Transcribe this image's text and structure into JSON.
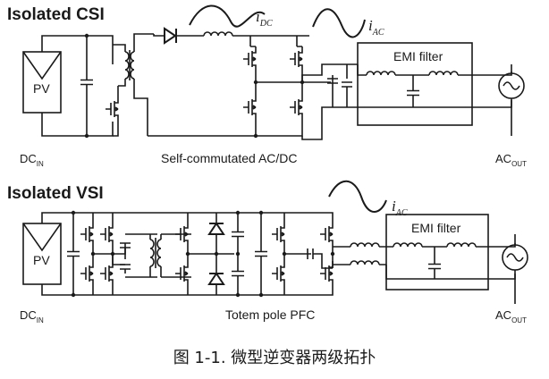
{
  "top": {
    "title": "Isolated CSI",
    "pv_label": "PV",
    "dc_in_main": "DC",
    "dc_in_sub": "IN",
    "idc_main": "i",
    "idc_sub": "DC",
    "iac_main": "i",
    "iac_sub": "AC",
    "emi_label": "EMI filter",
    "stage_label": "Self-commutated AC/DC",
    "ac_out_main": "AC",
    "ac_out_sub": "OUT"
  },
  "bottom": {
    "title": "Isolated VSI",
    "pv_label": "PV",
    "dc_in_main": "DC",
    "dc_in_sub": "IN",
    "iac_main": "i",
    "iac_sub": "AC",
    "emi_label": "EMI filter",
    "stage_label": "Totem pole PFC",
    "ac_out_main": "AC",
    "ac_out_sub": "OUT"
  },
  "caption": "图 1-1. 微型逆变器两级拓扑"
}
